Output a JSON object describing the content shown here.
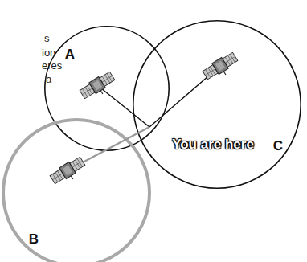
{
  "diagram": {
    "nodes": [
      {
        "text": [
          "A"
        ]
      },
      {
        "text": [
          "C"
        ]
      },
      {
        "text": [
          "B"
        ]
      },
      {
        "text": [
          "You are here"
        ]
      }
    ],
    "labels": [
      "s",
      "ion",
      "eres",
      "a"
    ]
  }
}
